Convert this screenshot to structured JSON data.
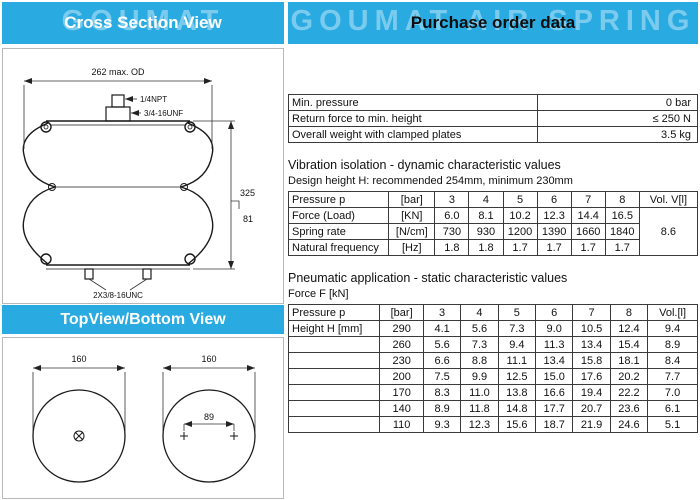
{
  "header": {
    "left_title": "Cross Section View",
    "right_title": "Purchase order data",
    "bottom_left_title": "TopView/Bottom View",
    "watermark_left": "GOUMAT",
    "watermark_right": "GOUMAT AIR SPRING"
  },
  "colors": {
    "header_bg": "#29abe2",
    "watermark_text": "#9adcf5",
    "line": "#1a1a1a"
  },
  "drawing": {
    "od_label": "262 max. OD",
    "npt_label": "1/4NPT",
    "unf_label": "3/4-16UNF",
    "height_label": "325",
    "lower_height_label": "81",
    "bottom_studs_label": "2X3/8-16UNC",
    "top_view_diameter": "160",
    "bottom_view_diameter": "160",
    "bolt_spacing_label": "89"
  },
  "specs": {
    "rows": [
      {
        "label": "Min. pressure",
        "value": "0 bar"
      },
      {
        "label": "Return force to min. height",
        "value": "≤ 250 N"
      },
      {
        "label": "Overall weight with clamped plates",
        "value": "3.5 kg"
      }
    ]
  },
  "vibration": {
    "title": "Vibration isolation - dynamic characteristic values",
    "subtitle": "Design height H: recommended 254mm, minimum 230mm",
    "header": {
      "label": "Pressure p",
      "unit": "[bar]",
      "values": [
        "3",
        "4",
        "5",
        "6",
        "7",
        "8"
      ],
      "vol": "Vol. V[l]"
    },
    "rows": [
      {
        "label": "Force (Load)",
        "unit": "[KN]",
        "values": [
          "6.0",
          "8.1",
          "10.2",
          "12.3",
          "14.4",
          "16.5"
        ]
      },
      {
        "label": "Spring rate",
        "unit": "[N/cm]",
        "values": [
          "730",
          "930",
          "1200",
          "1390",
          "1660",
          "1840"
        ]
      },
      {
        "label": "Natural frequency",
        "unit": "[Hz]",
        "values": [
          "1.8",
          "1.8",
          "1.7",
          "1.7",
          "1.7",
          "1.7"
        ]
      }
    ],
    "vol_value": "8.6"
  },
  "pneumatic": {
    "title": "Pneumatic application - static characteristic values",
    "subtitle": "Force F [kN]",
    "header": {
      "label": "Pressure p",
      "unit": "[bar]",
      "values": [
        "3",
        "4",
        "5",
        "6",
        "7",
        "8"
      ],
      "vol": "Vol.[l]"
    },
    "rows": [
      {
        "label": "Height H [mm]",
        "height": "290",
        "values": [
          "4.1",
          "5.6",
          "7.3",
          "9.0",
          "10.5",
          "12.4"
        ],
        "vol": "9.4"
      },
      {
        "label": "",
        "height": "260",
        "values": [
          "5.6",
          "7.3",
          "9.4",
          "11.3",
          "13.4",
          "15.4"
        ],
        "vol": "8.9"
      },
      {
        "label": "",
        "height": "230",
        "values": [
          "6.6",
          "8.8",
          "11.1",
          "13.4",
          "15.8",
          "18.1"
        ],
        "vol": "8.4"
      },
      {
        "label": "",
        "height": "200",
        "values": [
          "7.5",
          "9.9",
          "12.5",
          "15.0",
          "17.6",
          "20.2"
        ],
        "vol": "7.7"
      },
      {
        "label": "",
        "height": "170",
        "values": [
          "8.3",
          "11.0",
          "13.8",
          "16.6",
          "19.4",
          "22.2"
        ],
        "vol": "7.0"
      },
      {
        "label": "",
        "height": "140",
        "values": [
          "8.9",
          "11.8",
          "14.8",
          "17.7",
          "20.7",
          "23.6"
        ],
        "vol": "6.1"
      },
      {
        "label": "",
        "height": "110",
        "values": [
          "9.3",
          "12.3",
          "15.6",
          "18.7",
          "21.9",
          "24.6"
        ],
        "vol": "5.1"
      }
    ]
  }
}
